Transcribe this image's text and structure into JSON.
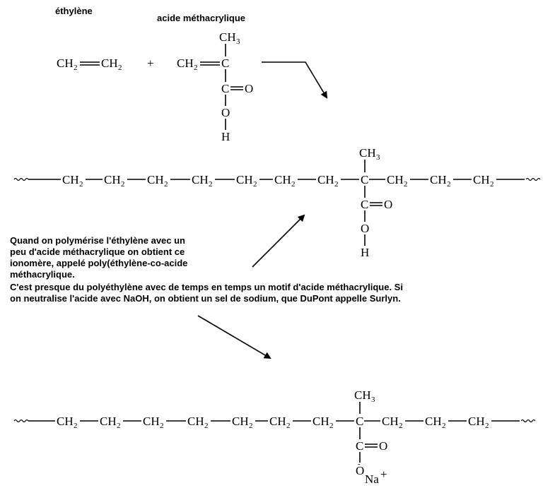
{
  "labels": {
    "ethylene": "éthylène",
    "methacrylic_acid": "acide méthacrylique"
  },
  "formula": {
    "ch2": "CH",
    "ch3": "CH",
    "sub2": "2",
    "sub3": "3",
    "c": "C",
    "o": "O",
    "h": "H",
    "plus": "+",
    "eq": "=",
    "na": "Na",
    "plus_sign": "+",
    "minus_sign": "-"
  },
  "text": {
    "para1_line1": "Quand on polymérise l'éthylène avec un",
    "para1_line2": "peu d'acide méthacrylique on obtient ce",
    "para1_line3": "ionomère, appelé poly(éthylène-co-acide",
    "para1_line4": "méthacrylique.",
    "para2_line1": "C'est presque du polyéthylène avec de temps en temps un motif d'acide méthacrylique. Si",
    "para2_line2": "on neutralise l'acide avec NaOH, on obtient un sel de sodium, que DuPont appelle Surlyn."
  }
}
